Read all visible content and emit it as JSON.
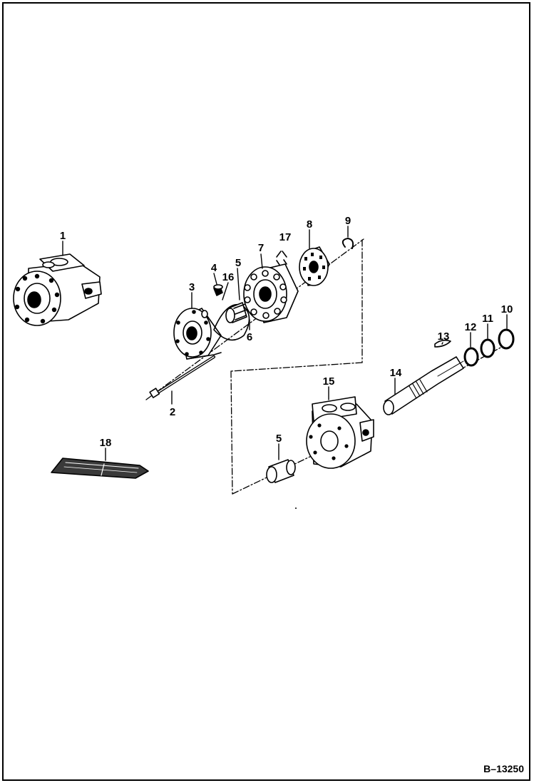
{
  "parts": {
    "p1": "1",
    "p2": "2",
    "p3": "3",
    "p4": "4",
    "p5a": "5",
    "p5b": "5",
    "p6": "6",
    "p7": "7",
    "p8": "8",
    "p9": "9",
    "p10": "10",
    "p11": "11",
    "p12": "12",
    "p13": "13",
    "p14": "14",
    "p15": "15",
    "p16": "16",
    "p17": "17",
    "p18": "18"
  },
  "reference": "B–13250",
  "colors": {
    "ink": "#000000",
    "paper": "#ffffff",
    "shade": "#3a3a3a"
  }
}
